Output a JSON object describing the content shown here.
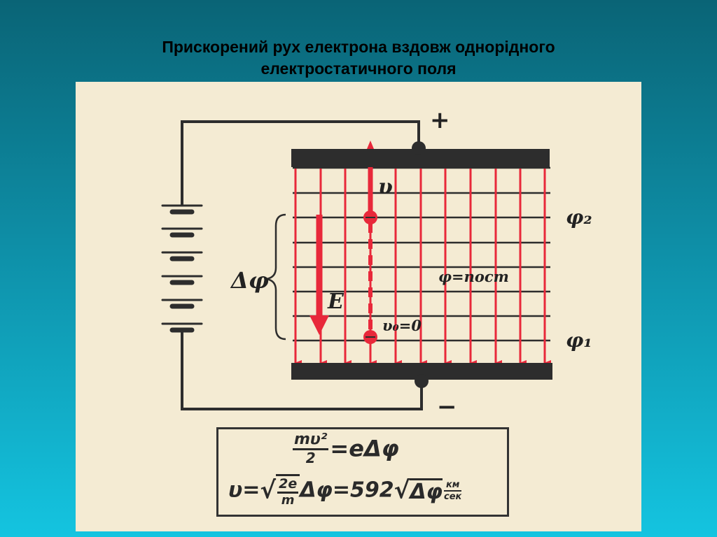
{
  "slide": {
    "title_line1": "Прискорений рух електрона вздовж однорідного",
    "title_line2": "електростатичного поля"
  },
  "diagram": {
    "plus_label": "+",
    "minus_label": "−",
    "v_label": "υ",
    "phi2_label": "φ₂",
    "phi1_label": "φ₁",
    "delta_phi_label": "Δφ",
    "e_field_label": "E",
    "phi_const_label": "φ=пост",
    "v0_label": "υ₀=0",
    "electron_sign": "−",
    "colors": {
      "field_lines": "#e8283a",
      "plates": "#2d2d2d",
      "wires": "#2d2d2d",
      "background": "#f4ebd3"
    }
  },
  "formulas": {
    "f1_num": "mυ²",
    "f1_den": "2",
    "f1_rhs": "=eΔφ",
    "f2_lhs": "υ=",
    "f2_num": "2e",
    "f2_den": "m",
    "f2_mid": "Δφ=592",
    "f2_rad2": "Δφ",
    "unit_num": "км",
    "unit_den": "сек"
  }
}
